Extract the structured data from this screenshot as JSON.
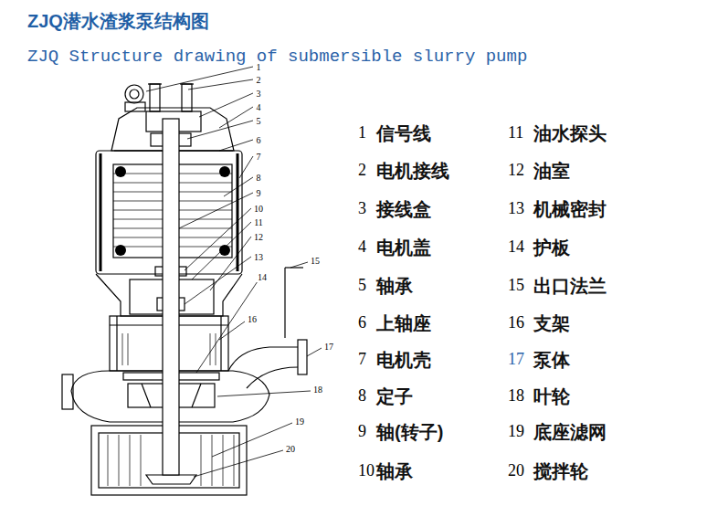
{
  "diagram": {
    "title": "ZJQ潜水渣浆泵结构图",
    "labels": [
      "ZJQ Structure drawing of submersible slurry pump",
      "1",
      "2",
      "3",
      "4",
      "5",
      "6",
      "7",
      "8",
      "9",
      "10",
      "11",
      "12",
      "13",
      "14",
      "15",
      "16",
      "17",
      "18",
      "19",
      "20",
      "1",
      "信号线",
      "11",
      "油水探头",
      "2",
      "电机接线",
      "12",
      "油室",
      "3",
      "接线盒",
      "13",
      "机械密封",
      "4",
      "电机盖",
      "14",
      "护板",
      "5",
      "轴承",
      "15",
      "出口法兰",
      "6",
      "上轴座",
      "16",
      "支架",
      "7",
      "电机壳",
      "17",
      "泵体",
      "8",
      "定子",
      "18",
      "叶轮",
      "9",
      "轴(转子)",
      "19",
      "底座滤网",
      "10",
      "轴承",
      "20",
      "搅拌轮"
    ]
  }
}
